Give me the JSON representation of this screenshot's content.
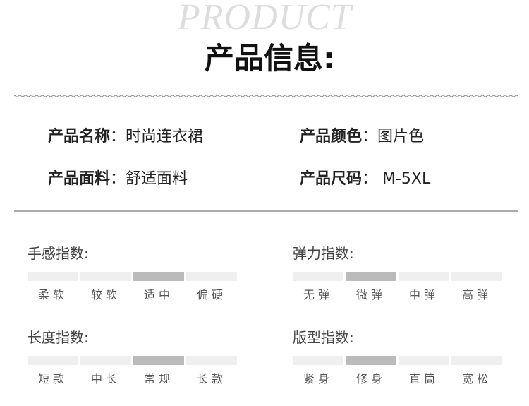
{
  "header": {
    "watermark": "PRODUCT",
    "title": "产品信息:"
  },
  "info": [
    {
      "label": "产品名称",
      "value": "：时尚连衣裙"
    },
    {
      "label": "产品颜色",
      "value": "：图片色"
    },
    {
      "label": "产品面料",
      "value": "：舒适面料"
    },
    {
      "label": "产品尺码",
      "value": "： M-5XL"
    }
  ],
  "indices": [
    {
      "title": "手感指数:",
      "options": [
        "柔软",
        "较软",
        "适中",
        "偏硬"
      ],
      "selected": 2
    },
    {
      "title": "弹力指数:",
      "options": [
        "无弹",
        "微弹",
        "中弹",
        "高弹"
      ],
      "selected": 1
    },
    {
      "title": "长度指数:",
      "options": [
        "短款",
        "中长",
        "常规",
        "长款"
      ],
      "selected": 2
    },
    {
      "title": "版型指数:",
      "options": [
        "紧身",
        "修身",
        "直筒",
        "宽松"
      ],
      "selected": 1
    }
  ],
  "colors": {
    "selected": "#bbbbbb",
    "unselected": "#efefef"
  }
}
